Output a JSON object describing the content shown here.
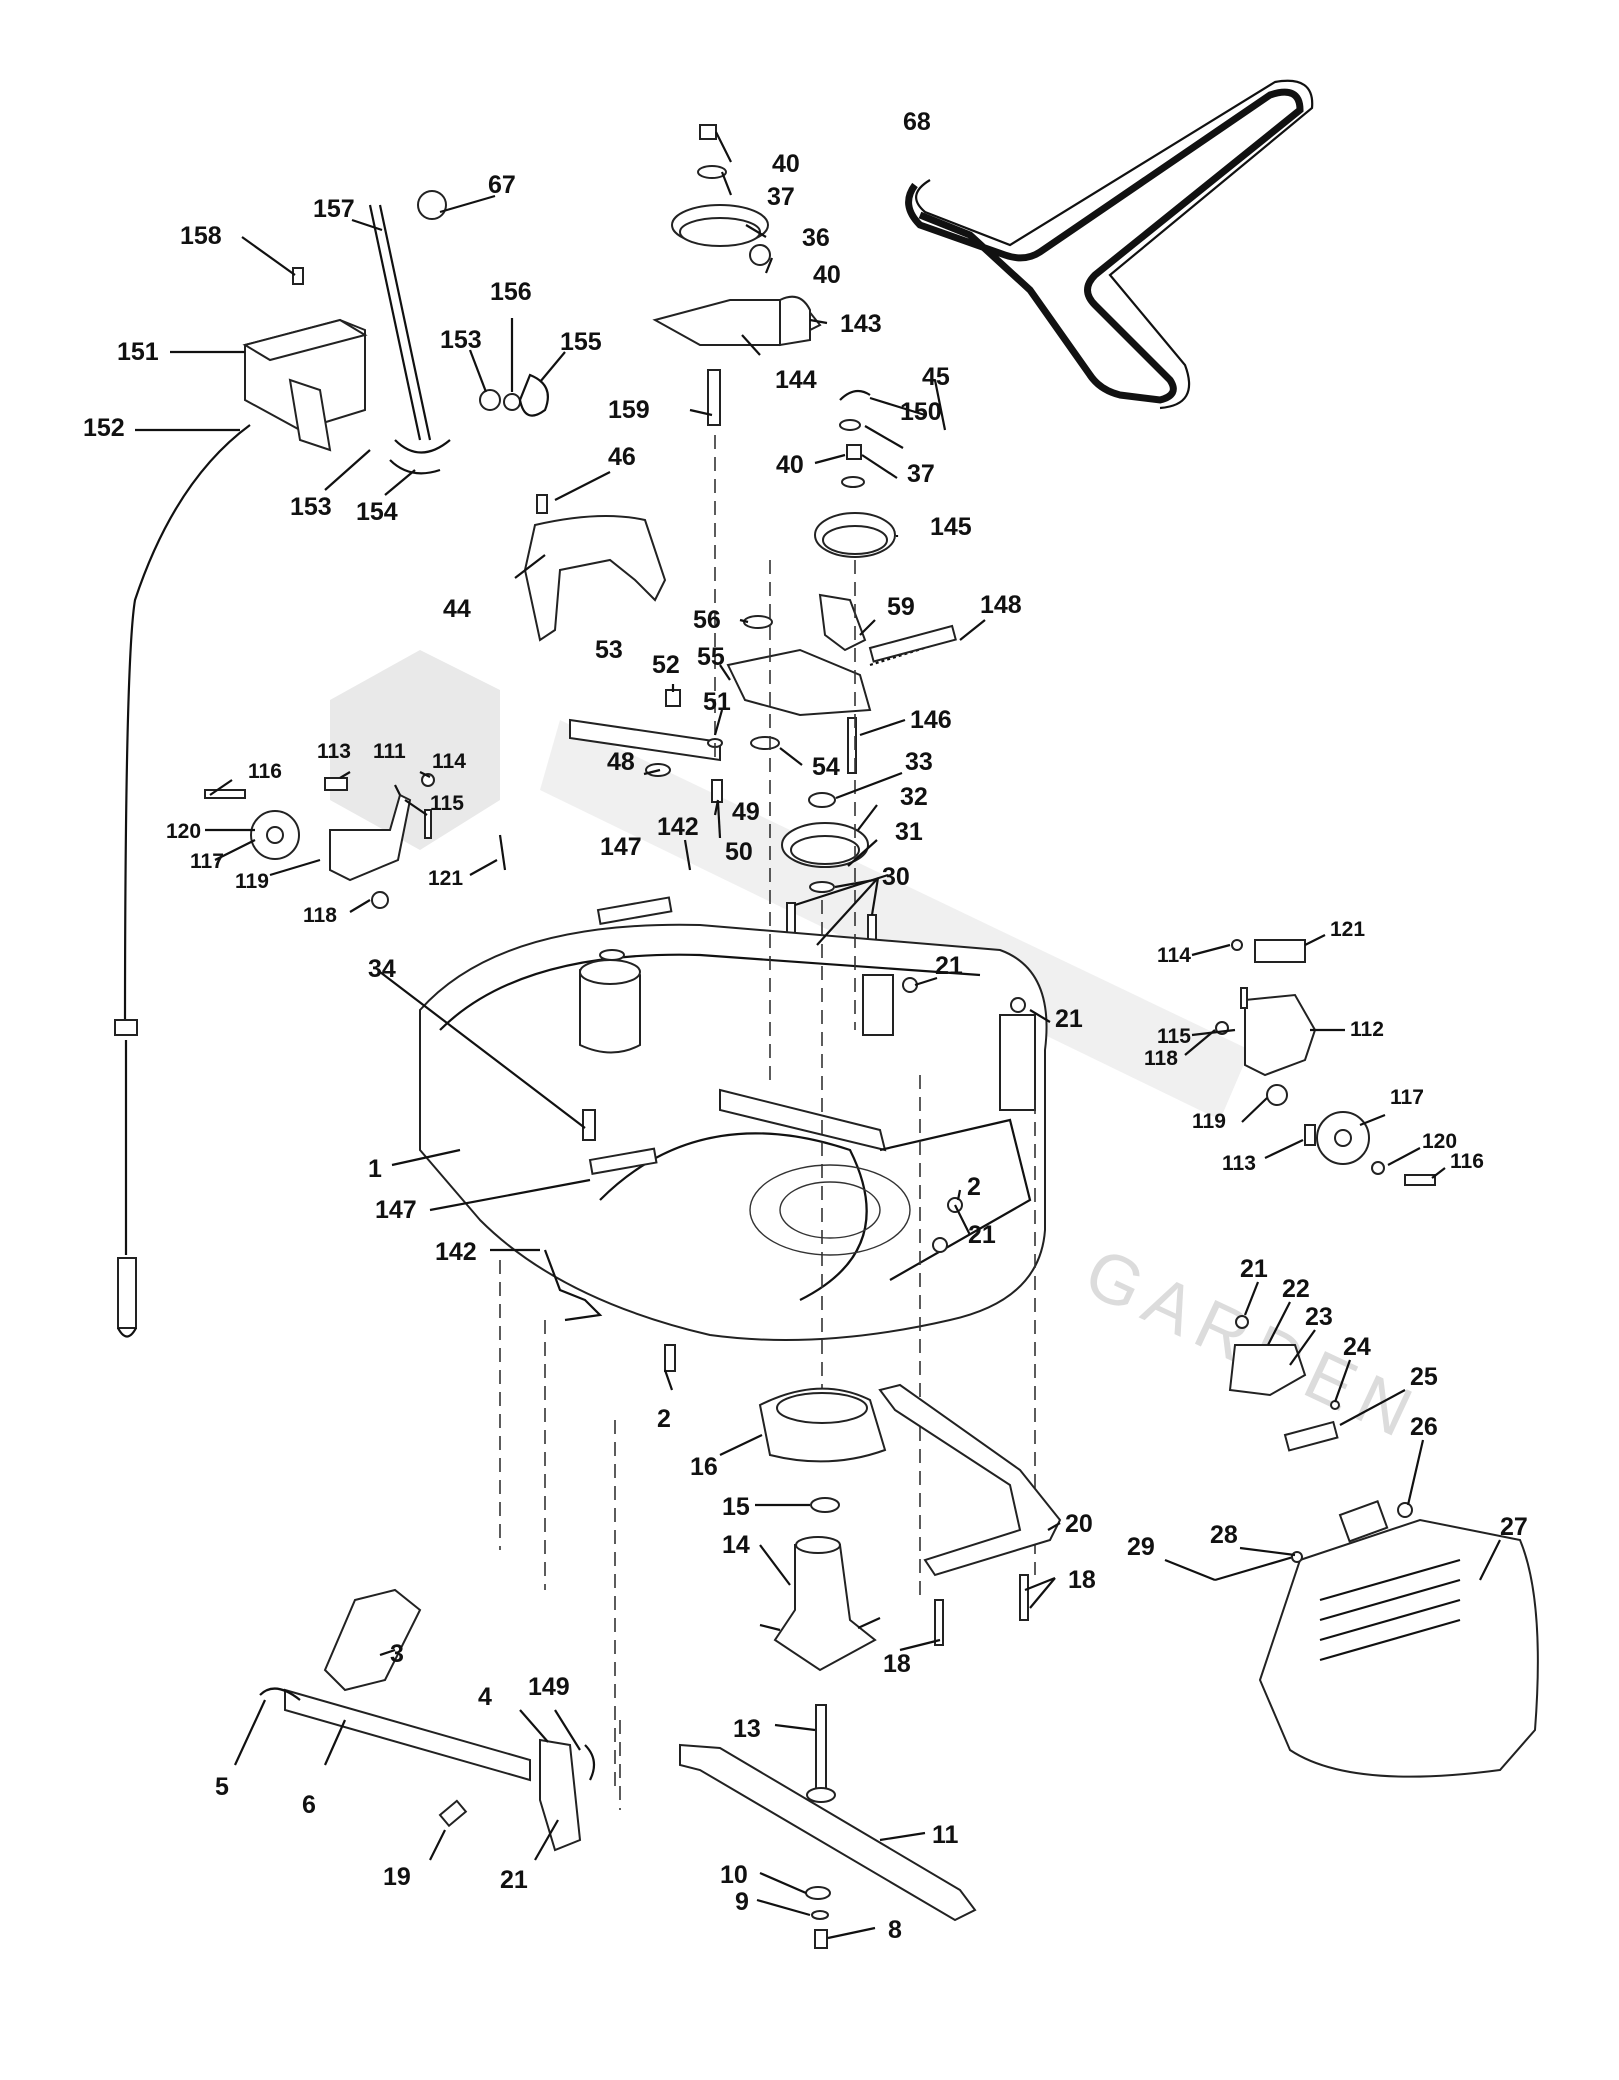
{
  "diagram": {
    "callouts": {
      "c1": "1",
      "c2a": "2",
      "c2b": "2",
      "c3": "3",
      "c4": "4",
      "c5": "5",
      "c6": "6",
      "c8": "8",
      "c9": "9",
      "c10": "10",
      "c11": "11",
      "c13": "13",
      "c14": "14",
      "c15": "15",
      "c16": "16",
      "c18a": "18",
      "c18b": "18",
      "c19": "19",
      "c20": "20",
      "c21a": "21",
      "c21b": "21",
      "c21c": "21",
      "c21d": "21",
      "c21e": "21",
      "c22": "22",
      "c23": "23",
      "c24": "24",
      "c25": "25",
      "c26": "26",
      "c27": "27",
      "c28": "28",
      "c29": "29",
      "c30": "30",
      "c31": "31",
      "c32": "32",
      "c33": "33",
      "c34": "34",
      "c36": "36",
      "c37a": "37",
      "c37b": "37",
      "c40a": "40",
      "c40b": "40",
      "c40c": "40",
      "c44": "44",
      "c45": "45",
      "c46": "46",
      "c48": "48",
      "c49": "49",
      "c50": "50",
      "c51": "51",
      "c52": "52",
      "c53": "53",
      "c54": "54",
      "c55": "55",
      "c56": "56",
      "c59": "59",
      "c67": "67",
      "c68": "68",
      "c111": "111",
      "c112": "112",
      "c113a": "113",
      "c113b": "113",
      "c114a": "114",
      "c114b": "114",
      "c115a": "115",
      "c115b": "115",
      "c116a": "116",
      "c116b": "116",
      "c117a": "117",
      "c117b": "117",
      "c118a": "118",
      "c118b": "118",
      "c119a": "119",
      "c119b": "119",
      "c120a": "120",
      "c120b": "120",
      "c121a": "121",
      "c121b": "121",
      "c142a": "142",
      "c142b": "142",
      "c143": "143",
      "c144": "144",
      "c145": "145",
      "c146": "146",
      "c147a": "147",
      "c147b": "147",
      "c148": "148",
      "c149": "149",
      "c150": "150",
      "c151": "151",
      "c152": "152",
      "c153a": "153",
      "c153b": "153",
      "c154": "154",
      "c155": "155",
      "c156": "156",
      "c157": "157",
      "c158": "158",
      "c159": "159"
    },
    "watermark": "GARDEN"
  }
}
